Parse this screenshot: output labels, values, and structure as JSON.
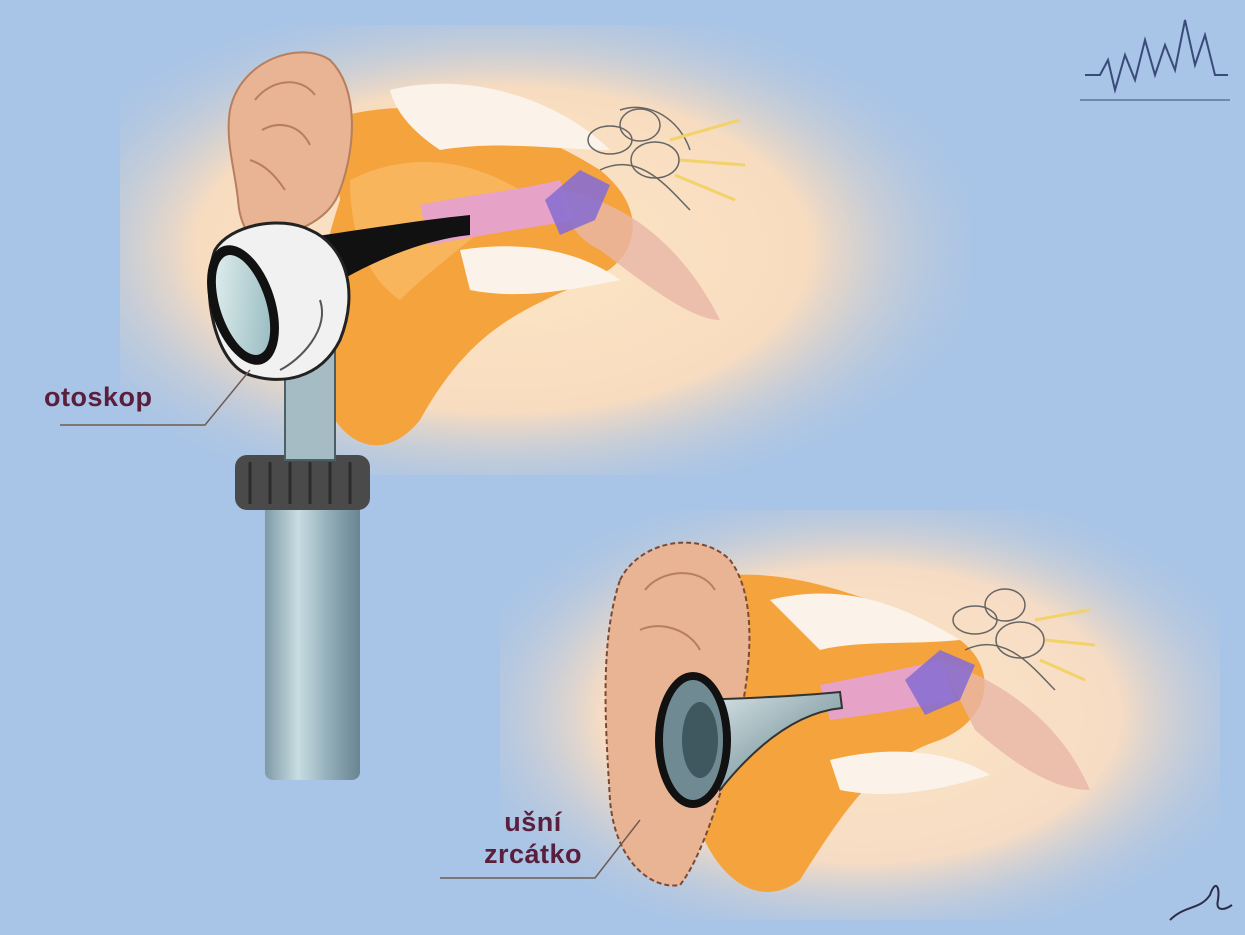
{
  "labels": {
    "otoskop": "otoskop",
    "ear_speculum_line1": "ušní",
    "ear_speculum_line2": "zrcátko"
  },
  "colors": {
    "background": "#a8c4e6",
    "skin": "#e9b493",
    "canal_orange": "#f5a33c",
    "canal_pink": "#e7a2c8",
    "label_text": "#5a1f3c"
  }
}
